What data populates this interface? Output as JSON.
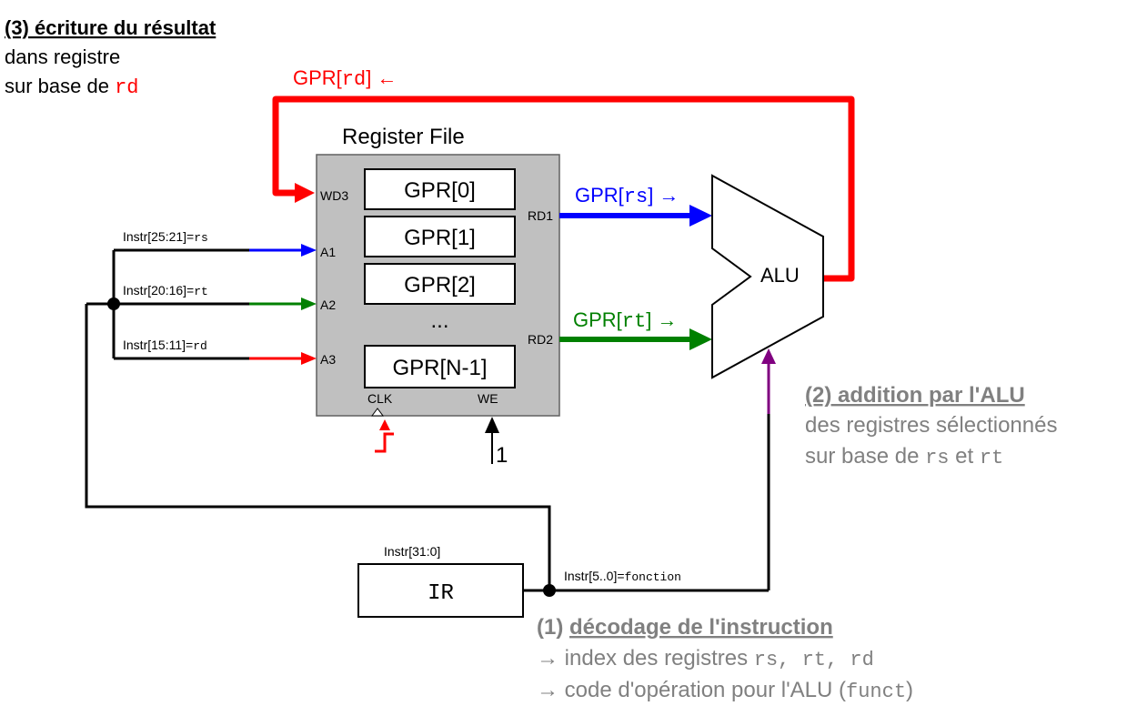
{
  "colors": {
    "red": "#ff0000",
    "blue": "#0000ff",
    "green": "#008000",
    "purple": "#800080",
    "grey_text": "#808080",
    "black": "#000000",
    "regfile_fill": "#c0c0c0"
  },
  "step3": {
    "title": "(3) écriture du résultat",
    "line1": "dans registre",
    "line2_prefix": "sur base de ",
    "line2_code": "rd"
  },
  "writeback": {
    "label_prefix": "GPR[",
    "label_code": "rd",
    "label_suffix": "] ←"
  },
  "regfile": {
    "title": "Register File",
    "wd3": "WD3",
    "a1": "A1",
    "a2": "A2",
    "a3": "A3",
    "rd1": "RD1",
    "rd2": "RD2",
    "clk": "CLK",
    "we": "WE",
    "we_value": "1",
    "registers": [
      "GPR[0]",
      "GPR[1]",
      "GPR[2]",
      "GPR[N-1]"
    ],
    "ellipsis": "..."
  },
  "rs_out": {
    "prefix": "GPR[",
    "code": "rs",
    "suffix": "] →"
  },
  "rt_out": {
    "prefix": "GPR[",
    "code": "rt",
    "suffix": "] →"
  },
  "alu": {
    "label": "ALU"
  },
  "instr_fields": [
    {
      "prefix": "Instr[25:21]=",
      "code": "rs"
    },
    {
      "prefix": "Instr[20:16]=",
      "code": "rt"
    },
    {
      "prefix": "Instr[15:11]=",
      "code": "rd"
    }
  ],
  "ir": {
    "label": "IR",
    "range": "Instr[31:0]"
  },
  "funct_field": {
    "prefix": "Instr[5..0]=",
    "code": "fonction"
  },
  "step2": {
    "title": "(2) addition par l'ALU",
    "line1": "des registres sélectionnés",
    "line2_prefix": "sur base de ",
    "line2_code1": "rs",
    "line2_mid": " et ",
    "line2_code2": "rt"
  },
  "step1": {
    "num": "(1) ",
    "title": "décodage de l'instruction",
    "line1_prefix": "→ index des registres ",
    "line1_code": "rs, rt, rd",
    "line2_prefix": "→ code d'opération pour l'ALU (",
    "line2_code": "funct",
    "line2_suffix": ")"
  }
}
